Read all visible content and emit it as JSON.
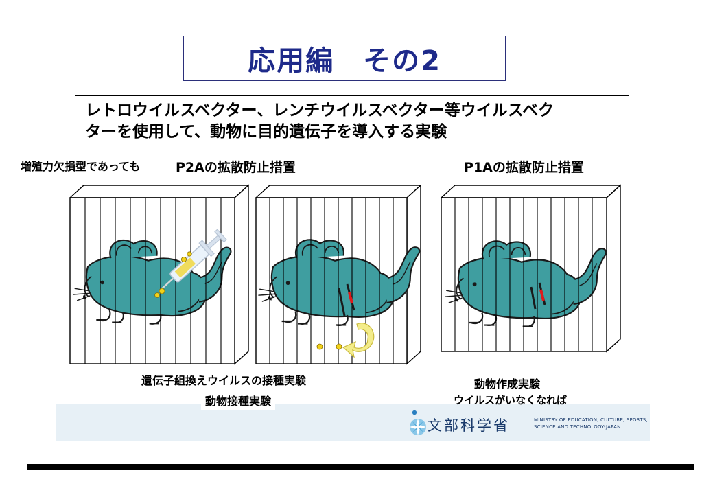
{
  "slide": {
    "title": "応用編　その2",
    "subtitle_line1": "レトロウイルスベクター、レンチウイルスベクター等ウイルスベク",
    "subtitle_line2": "ターを使用して、動物に目的遺伝子を導入する実験"
  },
  "labels": {
    "propagation": "増殖力欠損型であっても",
    "p2a": "P2Aの拡散防止措置",
    "p1a": "P1Aの拡散防止措置"
  },
  "captions": {
    "inoculation": "遺伝子組換えウイルスの接種実験",
    "animal_inoculation": "動物接種実験",
    "animal_creation": "動物作成実験",
    "virus_gone": "ウイルスがいなくなれば"
  },
  "logo": {
    "name_jp": "文部科学省",
    "name_en_line1": "MINISTRY OF EDUCATION, CULTURE, SPORTS,",
    "name_en_line2": "SCIENCE AND TECHNOLOGY-JAPAN"
  },
  "colors": {
    "title": "#1e2a8a",
    "mouse_fill": "#3f9ea0",
    "footer_band": "#e7f0f6",
    "gene_marker": "#e01b1b",
    "arrow": "#f3ec8a",
    "virus": "#f2d21a"
  },
  "icons": {
    "mouse": "mouse-icon",
    "syringe": "syringe-icon",
    "cage": "cage-icon",
    "return_arrow": "return-arrow-icon",
    "logo": "mext-flower-logo-icon"
  }
}
